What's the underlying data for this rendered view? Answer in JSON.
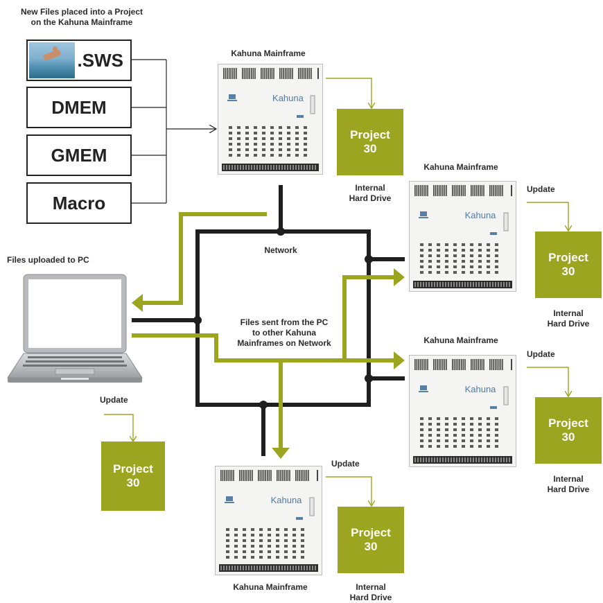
{
  "header": {
    "title_line1": "New Files placed into a Project",
    "title_line2": "on the Kahuna Mainframe"
  },
  "files": [
    {
      "label": ".SWS"
    },
    {
      "label": "DMEM"
    },
    {
      "label": "GMEM"
    },
    {
      "label": "Macro"
    }
  ],
  "mainframe": {
    "title": "Kahuna Mainframe",
    "brand": "Kahuna"
  },
  "project": {
    "line1": "Project",
    "line2": "30"
  },
  "drive": {
    "line1": "Internal",
    "line2": "Hard Drive"
  },
  "labels": {
    "network": "Network",
    "pc": "Files uploaded to PC",
    "update": "Update",
    "sent_line1": "Files sent from the PC",
    "sent_line2": "to other Kahuna",
    "sent_line3": "Mainframes on Network"
  },
  "colors": {
    "olive": "#9ba51f",
    "network_line": "#1e1e1e"
  }
}
